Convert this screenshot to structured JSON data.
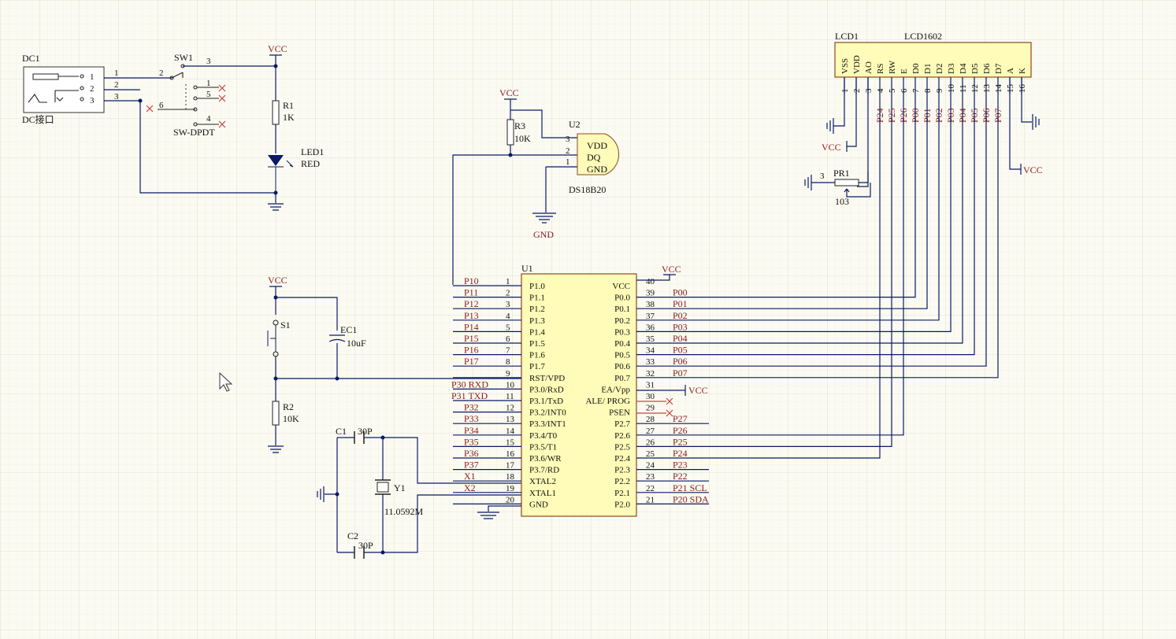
{
  "dc1": {
    "designator": "DC1",
    "name": "DC接口",
    "pins": [
      "1",
      "2",
      "3"
    ]
  },
  "sw1": {
    "designator": "SW1",
    "name": "SW-DPDT",
    "pins": [
      "3",
      "2",
      "1",
      "5",
      "6",
      "4"
    ]
  },
  "r1": {
    "designator": "R1",
    "value": "1K"
  },
  "led1": {
    "designator": "LED1",
    "value": "RED"
  },
  "r2": {
    "designator": "R2",
    "value": "10K"
  },
  "r3": {
    "designator": "R3",
    "value": "10K"
  },
  "s1": {
    "designator": "S1"
  },
  "ec1": {
    "designator": "EC1",
    "value": "10uF"
  },
  "c1": {
    "designator": "C1",
    "value": "30P"
  },
  "c2": {
    "designator": "C2",
    "value": "30P"
  },
  "y1": {
    "designator": "Y1",
    "value": "11.0592M"
  },
  "u2": {
    "designator": "U2",
    "name": "DS18B20",
    "pins": [
      "VDD",
      "DQ",
      "GND"
    ],
    "pin_numbers": [
      "3",
      "2",
      "1"
    ]
  },
  "pr1": {
    "designator": "PR1",
    "value": "103",
    "pin": "3"
  },
  "power": {
    "vcc": "VCC",
    "gnd": "GND"
  },
  "lcd": {
    "designator": "LCD1",
    "name": "LCD1602",
    "pins": [
      "VSS",
      "VDD",
      "AO",
      "RS",
      "RW",
      "E",
      "D0",
      "D1",
      "D2",
      "D3",
      "D4",
      "D5",
      "D6",
      "D7",
      "A",
      "K"
    ],
    "numbers": [
      "1",
      "2",
      "3",
      "4",
      "5",
      "6",
      "7",
      "8",
      "9",
      "10",
      "11",
      "12",
      "13",
      "14",
      "15",
      "16"
    ],
    "nets": [
      "",
      "",
      "",
      "P24",
      "P25",
      "P26",
      "P00",
      "P01",
      "P02",
      "P03",
      "P04",
      "P05",
      "P06",
      "P07",
      "",
      ""
    ]
  },
  "u1": {
    "designator": "U1",
    "left": [
      {
        "num": "1",
        "name": "P1.0",
        "net": "P10"
      },
      {
        "num": "2",
        "name": "P1.1",
        "net": "P11"
      },
      {
        "num": "3",
        "name": "P1.2",
        "net": "P12"
      },
      {
        "num": "4",
        "name": "P1.3",
        "net": "P13"
      },
      {
        "num": "5",
        "name": "P1.4",
        "net": "P14"
      },
      {
        "num": "6",
        "name": "P1.5",
        "net": "P15"
      },
      {
        "num": "7",
        "name": "P1.6",
        "net": "P16"
      },
      {
        "num": "8",
        "name": "P1.7",
        "net": "P17"
      },
      {
        "num": "9",
        "name": "RST/VPD",
        "net": ""
      },
      {
        "num": "10",
        "name": "P3.0/RxD",
        "net": "P30  RXD"
      },
      {
        "num": "11",
        "name": "P3.1/TxD",
        "net": "P31  TXD"
      },
      {
        "num": "12",
        "name": "P3.2/INT0",
        "net": "P32"
      },
      {
        "num": "13",
        "name": "P3.3/INT1",
        "net": "P33"
      },
      {
        "num": "14",
        "name": "P3.4/T0",
        "net": "P34"
      },
      {
        "num": "15",
        "name": "P3.5/T1",
        "net": "P35"
      },
      {
        "num": "16",
        "name": "P3.6/WR",
        "net": "P36"
      },
      {
        "num": "17",
        "name": "P3.7/RD",
        "net": "P37"
      },
      {
        "num": "18",
        "name": "XTAL2",
        "net": "X1"
      },
      {
        "num": "19",
        "name": "XTAL1",
        "net": "X2"
      },
      {
        "num": "20",
        "name": "GND",
        "net": ""
      }
    ],
    "right": [
      {
        "num": "40",
        "name": "VCC",
        "net": ""
      },
      {
        "num": "39",
        "name": "P0.0",
        "net": "P00"
      },
      {
        "num": "38",
        "name": "P0.1",
        "net": "P01"
      },
      {
        "num": "37",
        "name": "P0.2",
        "net": "P02"
      },
      {
        "num": "36",
        "name": "P0.3",
        "net": "P03"
      },
      {
        "num": "35",
        "name": "P0.4",
        "net": "P04"
      },
      {
        "num": "34",
        "name": "P0.5",
        "net": "P05"
      },
      {
        "num": "33",
        "name": "P0.6",
        "net": "P06"
      },
      {
        "num": "32",
        "name": "P0.7",
        "net": "P07"
      },
      {
        "num": "31",
        "name": "EA/Vpp",
        "net": ""
      },
      {
        "num": "30",
        "name": "ALE/ PROG",
        "net": ""
      },
      {
        "num": "29",
        "name": "PSEN",
        "net": ""
      },
      {
        "num": "28",
        "name": "P2.7",
        "net": "P27"
      },
      {
        "num": "27",
        "name": "P2.6",
        "net": "P26"
      },
      {
        "num": "26",
        "name": "P2.5",
        "net": "P25"
      },
      {
        "num": "25",
        "name": "P2.4",
        "net": "P24"
      },
      {
        "num": "24",
        "name": "P2.3",
        "net": "P23"
      },
      {
        "num": "23",
        "name": "P2.2",
        "net": "P22"
      },
      {
        "num": "22",
        "name": "P2.1",
        "net": "P21  SCL"
      },
      {
        "num": "21",
        "name": "P2.0",
        "net": "P20  SDA"
      }
    ]
  }
}
